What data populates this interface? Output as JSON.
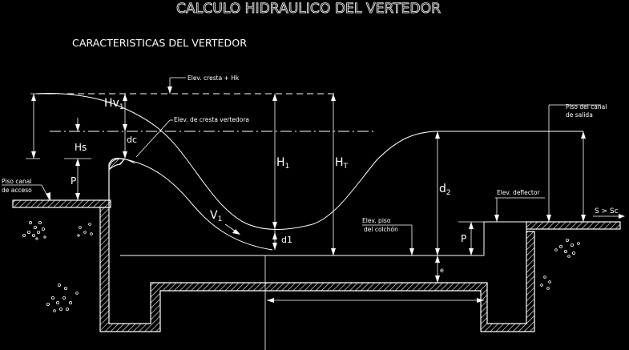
{
  "title": "CALCULO HIDRAULICO DEL VERTEDOR",
  "subtitle": "CARACTERISTICAS DEL VERTEDOR",
  "labels": {
    "elev_cresta_hk": "Elev. cresta + Hk",
    "elev_cresta_vertedora": "Elev. de cresta vertedora",
    "piso_canal_salida_1": "Piso del canal",
    "piso_canal_salida_2": "de salida",
    "piso_canal_acceso_1": "Piso canal",
    "piso_canal_acceso_2": "de acceso",
    "elev_deflector": "Elev. deflector",
    "elev_piso_colchon_1": "Elev. piso",
    "elev_piso_colchon_2": "del colchón",
    "slope": "S > Sc"
  },
  "dimensions": {
    "hv1": "Hv",
    "hv1_sub": "1",
    "hs": "Hs",
    "p_left": "P",
    "dc": "dc",
    "h1": "H",
    "h1_sub": "1",
    "ht": "H",
    "ht_sub": "T",
    "d2": "d",
    "d2_sub": "2",
    "v1": "V",
    "v1_sub": "1",
    "d1": "d1",
    "p_right": "P",
    "e": "e"
  }
}
